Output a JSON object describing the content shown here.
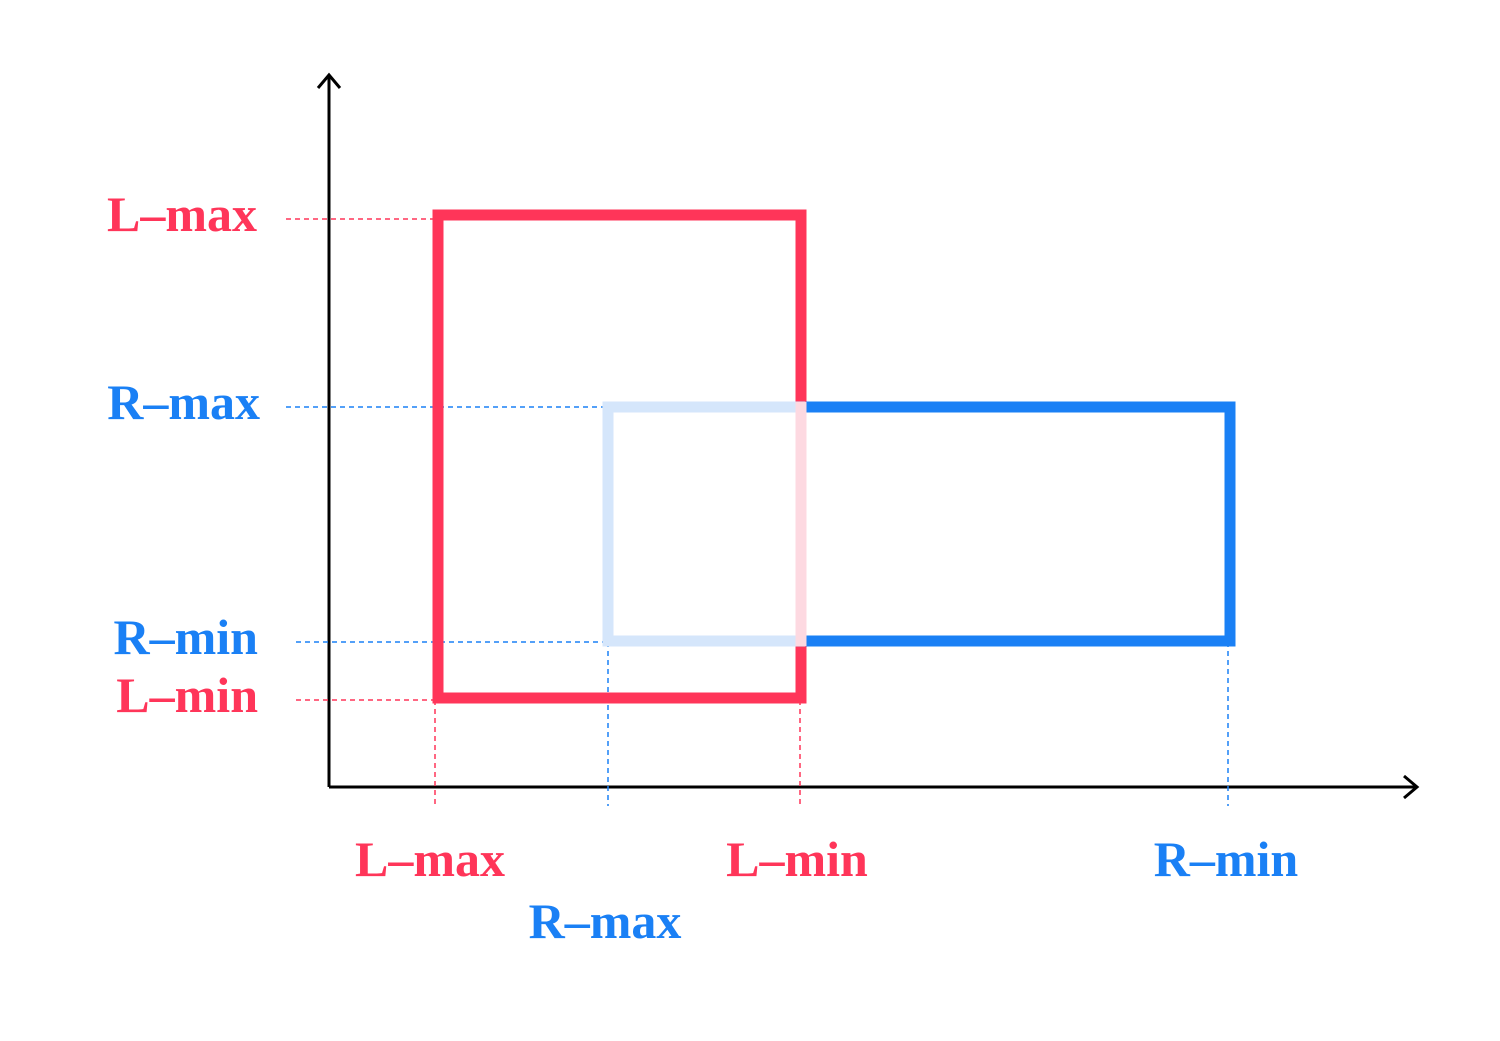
{
  "colors": {
    "left_box": "#ff3559",
    "right_box": "#1a80f5",
    "right_box_faded": "#d5e6fb",
    "left_box_faded": "#fdd9e1",
    "axis": "#000000"
  },
  "y_axis_labels": {
    "l_max": "L–max",
    "r_max": "R–max",
    "r_min": "R–min",
    "l_min": "L–min"
  },
  "x_axis_labels": {
    "l_max": "L–max",
    "r_max": "R–max",
    "l_min": "L–min",
    "r_min": "R–min"
  }
}
